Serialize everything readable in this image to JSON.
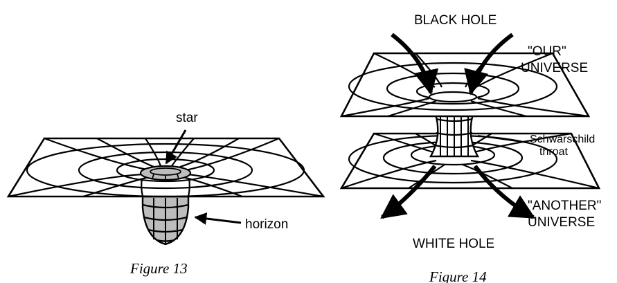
{
  "figure13": {
    "label_star": "star",
    "label_horizon": "horizon",
    "caption": "Figure 13"
  },
  "figure14": {
    "label_black_hole": "BLACK HOLE",
    "label_our_line1": "\"OUR\"",
    "label_our_line2": "UNIVERSE",
    "label_throat_line1": "Schwarschild",
    "label_throat_line2": "throat",
    "label_another_line1": "\"ANOTHER\"",
    "label_another_line2": "UNIVERSE",
    "label_white_hole": "WHITE HOLE",
    "caption": "Figure 14"
  },
  "colors": {
    "ink": "#000000",
    "shade": "#bdbdbd",
    "background": "#ffffff"
  }
}
